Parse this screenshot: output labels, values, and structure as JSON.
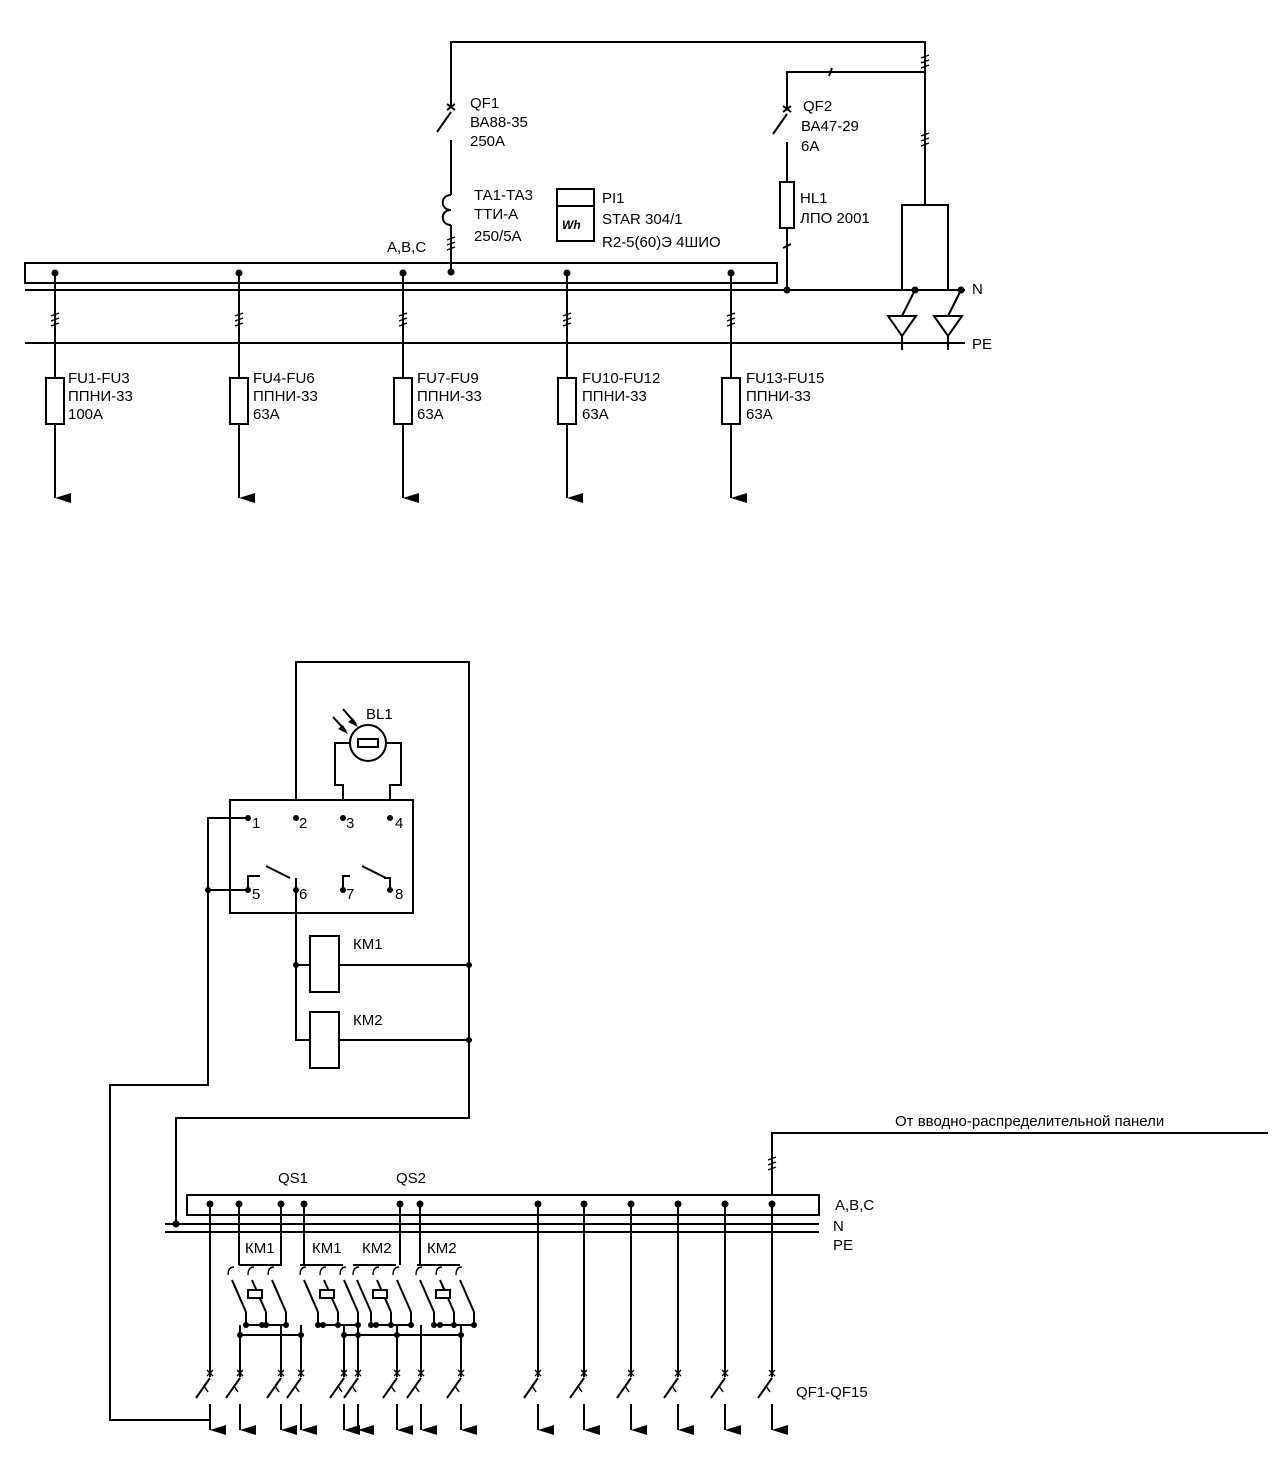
{
  "top": {
    "qf1": {
      "name": "QF1",
      "type": "ВА88-35",
      "rating": "250А"
    },
    "qf2": {
      "name": "QF2",
      "type": "ВА47-29",
      "rating": "6А"
    },
    "ta": {
      "name": "ТА1-ТА3",
      "type": "ТТИ-А",
      "ratio": "250/5А"
    },
    "pi1": {
      "name": "PI1",
      "model": "STAR 304/1",
      "spec": "R2-5(60)Э 4ШИО",
      "symbol": "Wh"
    },
    "hl1": {
      "name": "HL1",
      "type": "ЛПО 2001"
    },
    "bus_label": "А,В,С",
    "n_label": "N",
    "pe_label": "PE",
    "fuses": [
      {
        "name": "FU1-FU3",
        "type": "ППНИ-33",
        "rating": "100А"
      },
      {
        "name": "FU4-FU6",
        "type": "ППНИ-33",
        "rating": "63А"
      },
      {
        "name": "FU7-FU9",
        "type": "ППНИ-33",
        "rating": "63А"
      },
      {
        "name": "FU10-FU12",
        "type": "ППНИ-33",
        "rating": "63А"
      },
      {
        "name": "FU13-FU15",
        "type": "ППНИ-33",
        "rating": "63А"
      }
    ]
  },
  "bottom": {
    "bl1": "BL1",
    "relay_pins": [
      "1",
      "2",
      "3",
      "4",
      "5",
      "6",
      "7",
      "8"
    ],
    "km1": "КМ1",
    "km2": "КМ2",
    "source_label": "От вводно-распределительной панели",
    "bus_label": "А,В,С",
    "n_label": "N",
    "pe_label": "PE",
    "qs1": "QS1",
    "qs2": "QS2",
    "contactor_labels": [
      "КМ1",
      "КМ1",
      "КМ2",
      "КМ2"
    ],
    "breakers_label": "QF1-QF15"
  }
}
